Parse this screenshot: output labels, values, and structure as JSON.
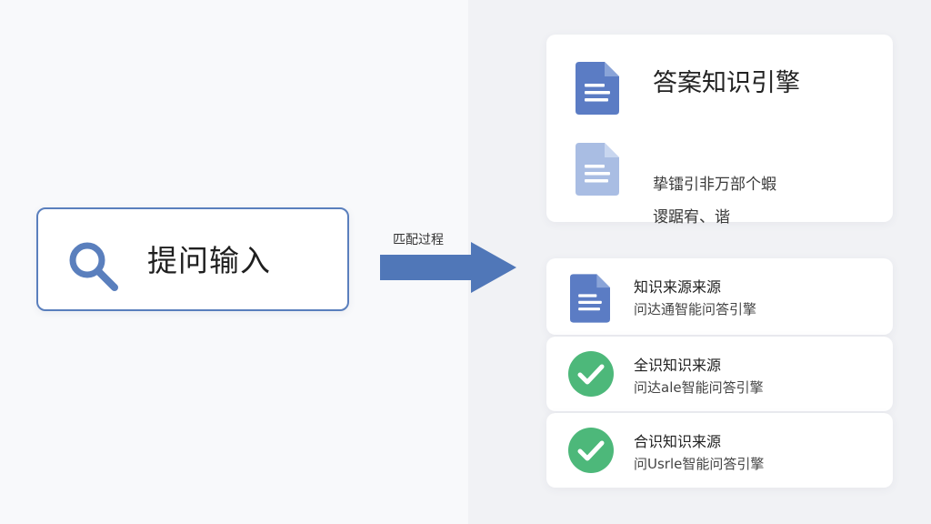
{
  "query": {
    "label": "提问输入",
    "icon": "search-icon"
  },
  "arrow": {
    "label": "匹配过程",
    "color": "#5077b8"
  },
  "main_card": {
    "title": "答案知识引擎",
    "lines": [
      "挚镭引非万部个蝦",
      "谡踞宥、谐"
    ],
    "icons": [
      "document-icon",
      "document-icon"
    ]
  },
  "sources": [
    {
      "title": "知识来源来源",
      "subtitle": "问达通智能问答引擎",
      "icon": "document-icon"
    },
    {
      "title": "全识知识来源",
      "subtitle": "问达ale智能问答引擎",
      "icon": "check-circle-icon"
    },
    {
      "title": "合识知识来源",
      "subtitle": "问Usrle智能问答引擎",
      "icon": "check-circle-icon"
    }
  ],
  "colors": {
    "accent_blue": "#5a7fbd",
    "doc_blue": "#5b7cc4",
    "doc_light": "#a9bde3",
    "check_green": "#4db87a"
  }
}
